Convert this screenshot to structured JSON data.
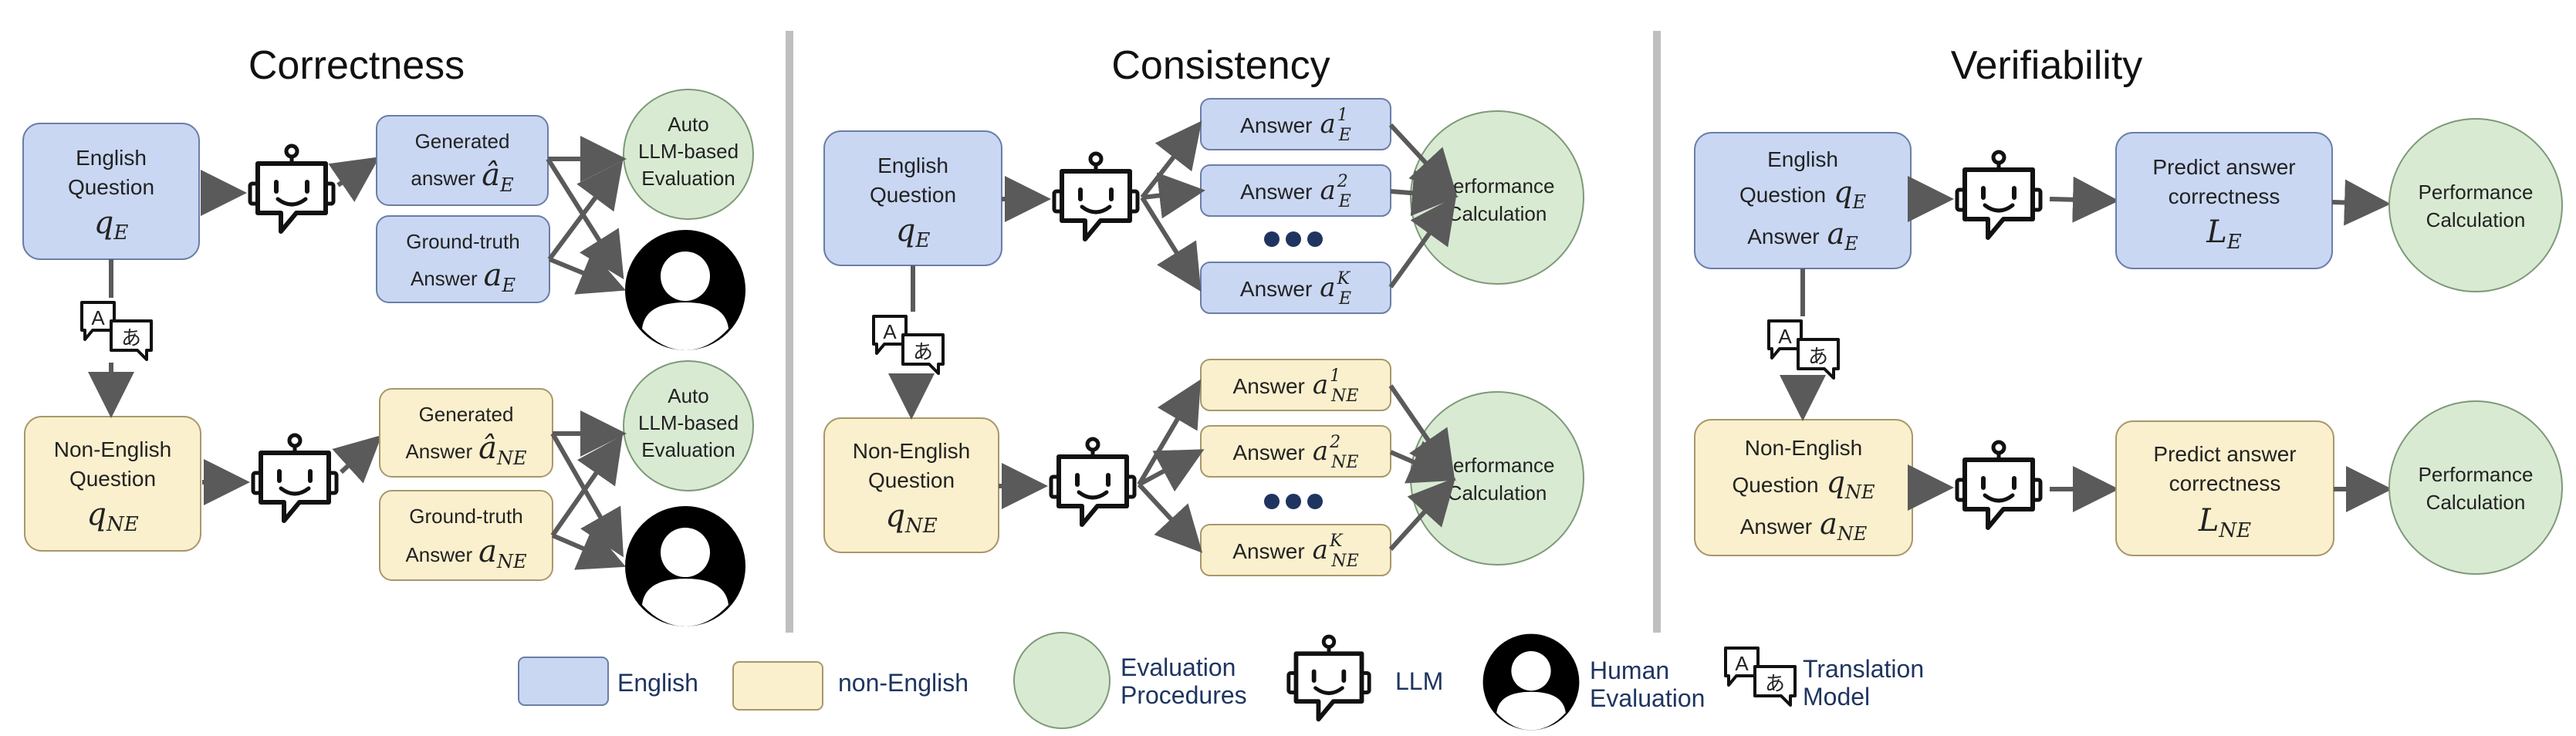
{
  "colors": {
    "english_fill": "#c9d7f2",
    "english_stroke": "#6b7ea8",
    "nonenglish_fill": "#fbf0cd",
    "nonenglish_stroke": "#a8986b",
    "eval_fill": "#d9ead3",
    "eval_stroke": "#7d9a77",
    "arrow": "#5a5a5a",
    "divider": "#bfbfbf",
    "legend_text": "#1f3560"
  },
  "correctness": {
    "title": "Correctness",
    "english_question": {
      "line1": "English",
      "line2": "Question",
      "math": "q",
      "sub": "E"
    },
    "nonenglish_question": {
      "line1": "Non-English",
      "line2": "Question",
      "math": "q",
      "sub": "NE"
    },
    "gen_en": {
      "line1": "Generated",
      "line2": "answer",
      "math": "â",
      "sub": "E"
    },
    "gt_en": {
      "line1": "Ground-truth",
      "line2": "Answer",
      "math": "a",
      "sub": "E"
    },
    "gen_ne": {
      "line1": "Generated",
      "line2": "Answer",
      "math": "â",
      "sub": "NE"
    },
    "gt_ne": {
      "line1": "Ground-truth",
      "line2": "Answer",
      "math": "a",
      "sub": "NE"
    },
    "auto_eval": {
      "line1": "Auto",
      "line2": "LLM-based",
      "line3": "Evaluation"
    }
  },
  "consistency": {
    "title": "Consistency",
    "english_question": {
      "line1": "English",
      "line2": "Question",
      "math": "q",
      "sub": "E"
    },
    "nonenglish_question": {
      "line1": "Non-English",
      "line2": "Question",
      "math": "q",
      "sub": "NE"
    },
    "answer_label": "Answer",
    "en_answers": [
      {
        "math": "a",
        "sub": "E",
        "sup": "1"
      },
      {
        "math": "a",
        "sub": "E",
        "sup": "2"
      },
      {
        "math": "a",
        "sub": "E",
        "sup": "K"
      }
    ],
    "ne_answers": [
      {
        "math": "a",
        "sub": "NE",
        "sup": "1"
      },
      {
        "math": "a",
        "sub": "NE",
        "sup": "2"
      },
      {
        "math": "a",
        "sub": "NE",
        "sup": "K"
      }
    ],
    "perf": {
      "line1": "Performance",
      "line2": "Calculation"
    }
  },
  "verifiability": {
    "title": "Verifiability",
    "english_qa": {
      "line1": "English",
      "line2": "Question",
      "q_math": "q",
      "q_sub": "E",
      "line3": "Answer",
      "a_math": "a",
      "a_sub": "E"
    },
    "nonenglish_qa": {
      "line1": "Non-English",
      "line2": "Question",
      "q_math": "q",
      "q_sub": "NE",
      "line3": "Answer",
      "a_math": "a",
      "a_sub": "NE"
    },
    "predict_en": {
      "line1": "Predict answer",
      "line2": "correctness",
      "math": "L",
      "sub": "E"
    },
    "predict_ne": {
      "line1": "Predict answer",
      "line2": "correctness",
      "math": "L",
      "sub": "NE"
    },
    "perf": {
      "line1": "Performance",
      "line2": "Calculation"
    }
  },
  "translation_icon": {
    "glyph_a": "A",
    "glyph_b": "あ"
  },
  "legend": {
    "english": "English",
    "nonenglish": "non-English",
    "eval_line1": "Evaluation",
    "eval_line2": "Procedures",
    "llm": "LLM",
    "human_line1": "Human",
    "human_line2": "Evaluation",
    "translation_line1": "Translation",
    "translation_line2": "Model"
  }
}
